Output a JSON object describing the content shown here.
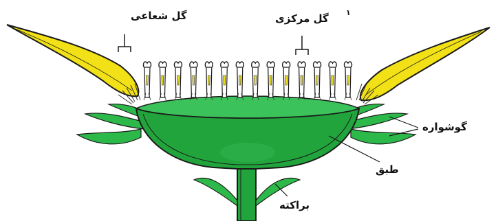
{
  "labels": {
    "ray_flower": "گل شعاعی",
    "disc_flower": "گل مرکزی",
    "disc_mark": "۱",
    "involucre": "گوشواره",
    "receptacle": "طبق",
    "bract": "براکته"
  },
  "colors": {
    "petal": "#f2e116",
    "petal_outline": "#1a1a1a",
    "leaf": "#2db84a",
    "receptacle": "#22a43c",
    "receptacle_light": "#3cc25a",
    "stem": "#22a43c",
    "outline": "#1a1a1a"
  },
  "disc_flowers": {
    "count": 14
  }
}
